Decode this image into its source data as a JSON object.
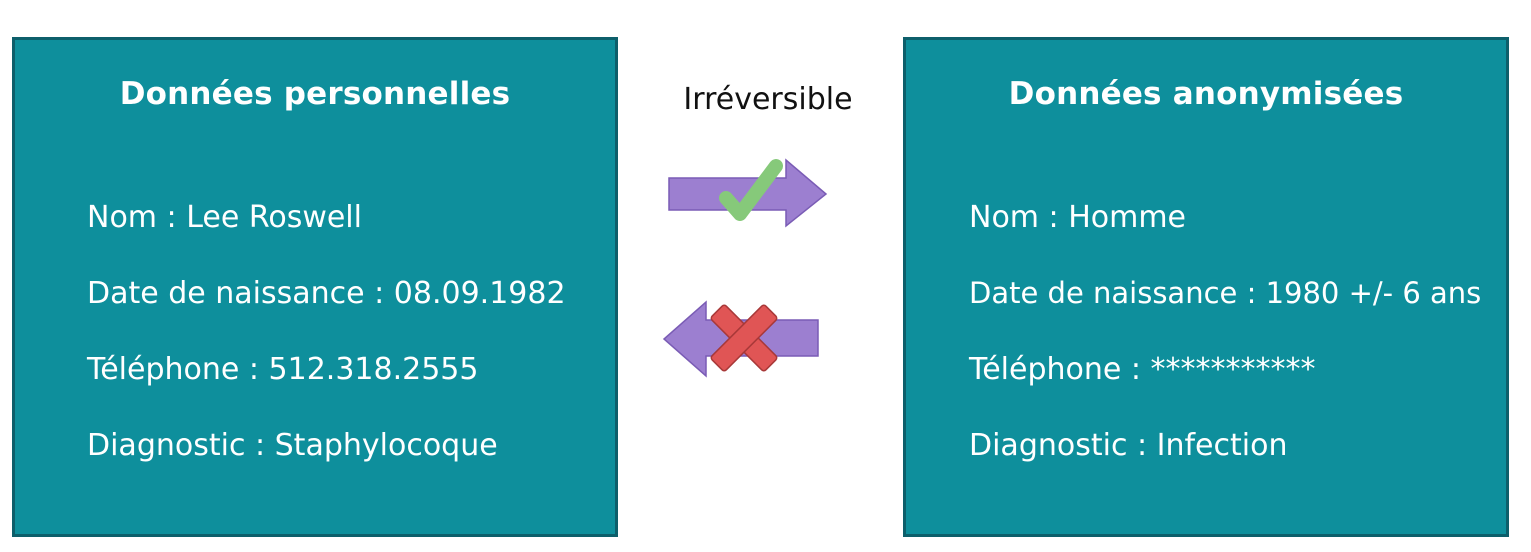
{
  "left_card": {
    "title": "Données personnelles",
    "fields": [
      "Nom : Lee Roswell",
      "Date de naissance : 08.09.1982",
      "Téléphone : 512.318.2555",
      "Diagnostic : Staphylocoque"
    ]
  },
  "right_card": {
    "title": "Données anonymisées",
    "fields": [
      "Nom : Homme",
      "Date de naissance : 1980 +/- 6 ans",
      "Téléphone : ***********",
      "Diagnostic : Infection"
    ]
  },
  "middle": {
    "label": "Irréversible",
    "forward_arrow_icon": "check-icon",
    "backward_arrow_icon": "cross-icon"
  },
  "colors": {
    "card_fill": "#0e8f9c",
    "card_border": "#0d5f6b",
    "arrow": "#9c7fd0",
    "check": "#86c97a",
    "cross": "#e05555"
  }
}
